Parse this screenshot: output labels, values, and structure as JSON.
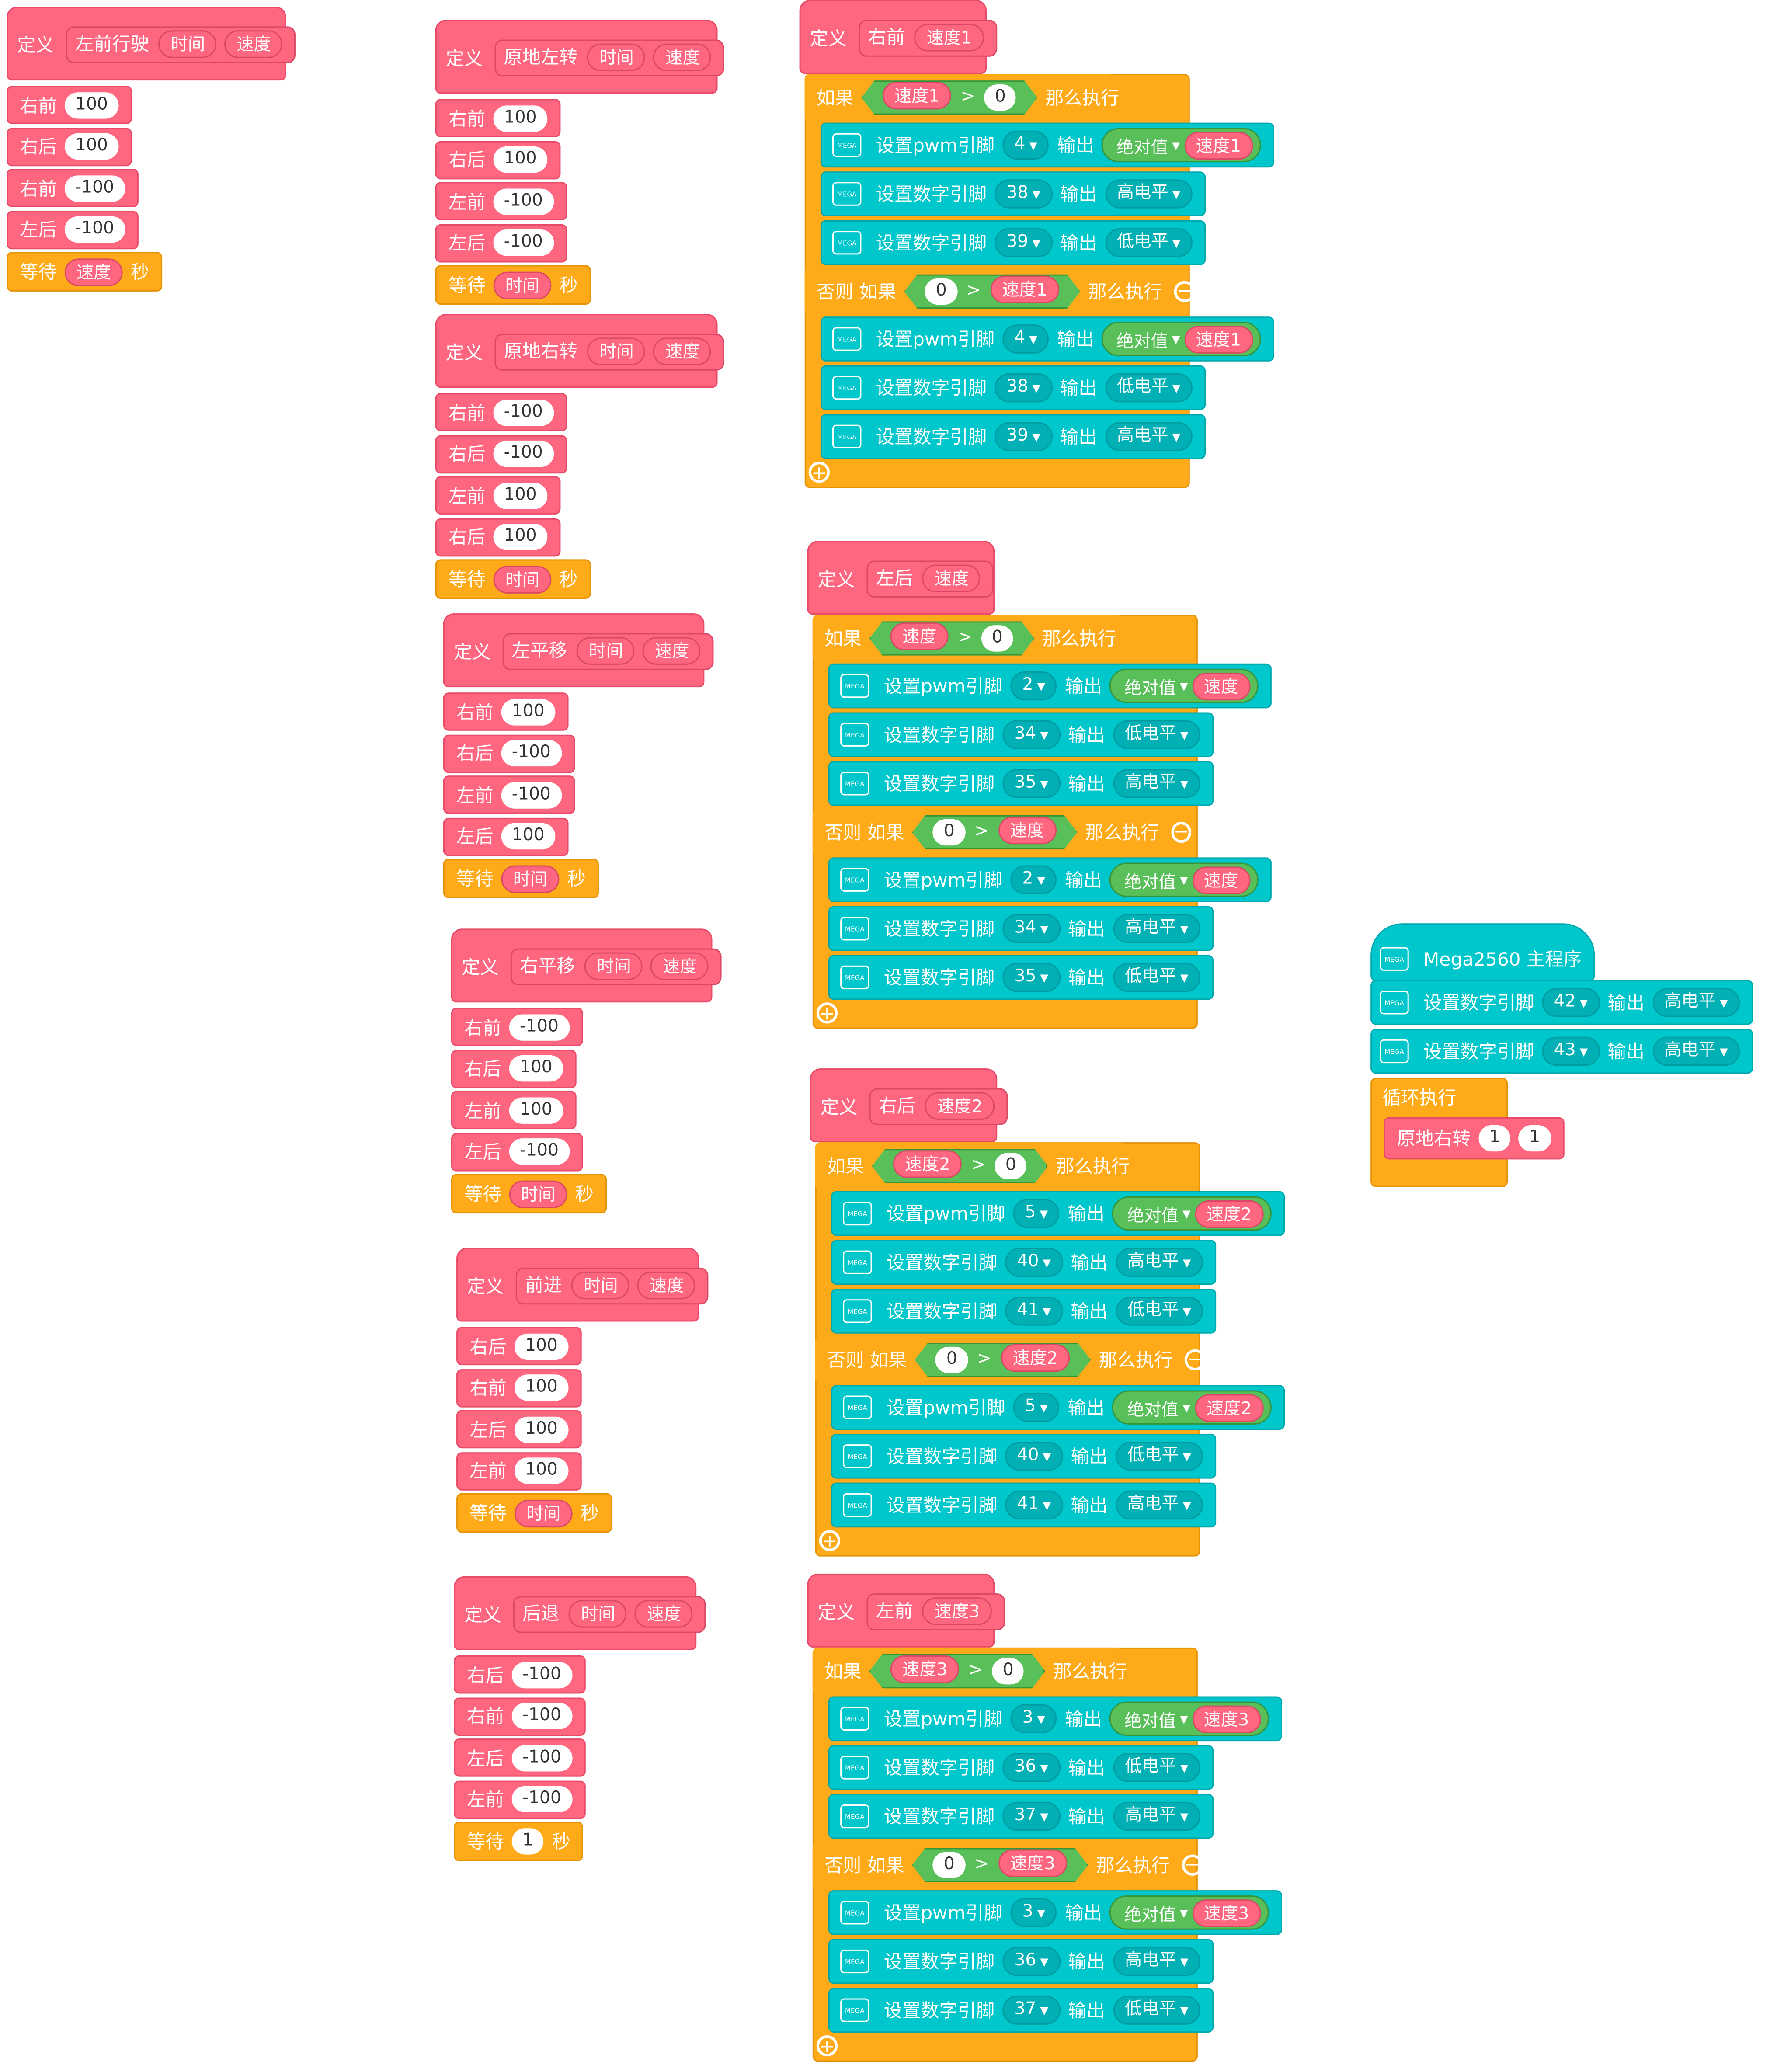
{
  "labels": {
    "define": "定义",
    "wait": "等待",
    "seconds": "秒",
    "if": "如果",
    "then": "那么执行",
    "else_if": "否则 如果",
    "set_pwm": "设置pwm引脚",
    "set_digital": "设置数字引脚",
    "output": "输出",
    "abs": "绝对值",
    "gt": ">",
    "high": "高电平",
    "low": "低电平",
    "mega_icon": "MEGA",
    "forever": "循环执行",
    "main_program": "Mega2560 主程序"
  },
  "move_blocks": [
    {
      "name": "左前行驶",
      "params": [
        "时间",
        "速度"
      ],
      "rows": [
        [
          "右前",
          "100"
        ],
        [
          "右后",
          "100"
        ],
        [
          "右前",
          "-100"
        ],
        [
          "左后",
          "-100"
        ]
      ],
      "wait": "速度",
      "wait_is_param": true
    },
    {
      "name": "原地左转",
      "params": [
        "时间",
        "速度"
      ],
      "rows": [
        [
          "右前",
          "100"
        ],
        [
          "右后",
          "100"
        ],
        [
          "左前",
          "-100"
        ],
        [
          "左后",
          "-100"
        ]
      ],
      "wait": "时间",
      "wait_is_param": true
    },
    {
      "name": "原地右转",
      "params": [
        "时间",
        "速度"
      ],
      "rows": [
        [
          "右前",
          "-100"
        ],
        [
          "右后",
          "-100"
        ],
        [
          "左前",
          "100"
        ],
        [
          "右后",
          "100"
        ]
      ],
      "wait": "时间",
      "wait_is_param": true
    },
    {
      "name": "左平移",
      "params": [
        "时间",
        "速度"
      ],
      "rows": [
        [
          "右前",
          "100"
        ],
        [
          "右后",
          "-100"
        ],
        [
          "左前",
          "-100"
        ],
        [
          "左后",
          "100"
        ]
      ],
      "wait": "时间",
      "wait_is_param": true
    },
    {
      "name": "右平移",
      "params": [
        "时间",
        "速度"
      ],
      "rows": [
        [
          "右前",
          "-100"
        ],
        [
          "右后",
          "100"
        ],
        [
          "左前",
          "100"
        ],
        [
          "左后",
          "-100"
        ]
      ],
      "wait": "时间",
      "wait_is_param": true
    },
    {
      "name": "前进",
      "params": [
        "时间",
        "速度"
      ],
      "rows": [
        [
          "右后",
          "100"
        ],
        [
          "右前",
          "100"
        ],
        [
          "左后",
          "100"
        ],
        [
          "左前",
          "100"
        ]
      ],
      "wait": "时间",
      "wait_is_param": true
    },
    {
      "name": "后退",
      "params": [
        "时间",
        "速度"
      ],
      "rows": [
        [
          "右后",
          "-100"
        ],
        [
          "右前",
          "-100"
        ],
        [
          "左后",
          "-100"
        ],
        [
          "左前",
          "-100"
        ]
      ],
      "wait": "1",
      "wait_is_param": false
    }
  ],
  "motor_blocks": [
    {
      "name": "右前",
      "param": "速度1",
      "pwm": "4",
      "d1": "38",
      "d2": "39",
      "pos": [
        "高电平",
        "低电平"
      ],
      "neg": [
        "低电平",
        "高电平"
      ]
    },
    {
      "name": "左后",
      "param": "速度",
      "pwm": "2",
      "d1": "34",
      "d2": "35",
      "pos": [
        "低电平",
        "高电平"
      ],
      "neg": [
        "高电平",
        "低电平"
      ]
    },
    {
      "name": "右后",
      "param": "速度2",
      "pwm": "5",
      "d1": "40",
      "d2": "41",
      "pos": [
        "高电平",
        "低电平"
      ],
      "neg": [
        "低电平",
        "高电平"
      ]
    },
    {
      "name": "左前",
      "param": "速度3",
      "pwm": "3",
      "d1": "36",
      "d2": "37",
      "pos": [
        "低电平",
        "高电平"
      ],
      "neg": [
        "高电平",
        "低电平"
      ]
    }
  ],
  "main": {
    "rows": [
      {
        "pin": "42",
        "level": "高电平"
      },
      {
        "pin": "43",
        "level": "高电平"
      }
    ],
    "call": {
      "name": "原地右转",
      "args": [
        "1",
        "1"
      ]
    }
  },
  "zero": "0"
}
